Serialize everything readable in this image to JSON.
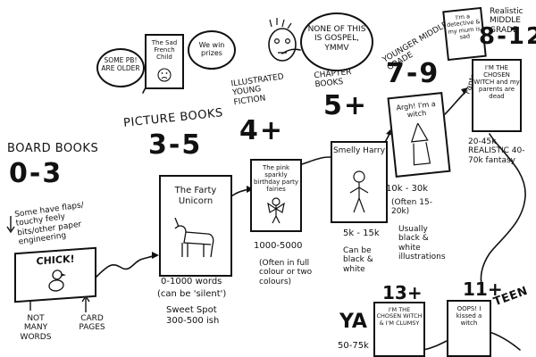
{
  "stages": [
    {
      "heading": "BOARD BOOKS",
      "age": "0-3",
      "notes": [
        "Some have flaps/",
        "touchy feely",
        "bits/other paper",
        "engineering"
      ],
      "book_title": "CHICK!",
      "footnotes": [
        "NOT MANY WORDS",
        "CARD PAGES"
      ]
    },
    {
      "heading": "PICTURE BOOKS",
      "age": "3-5",
      "book_title": "The Farty Unicorn",
      "word_count": "0-1000 words",
      "word_note": "(can be 'silent')",
      "sweet_spot": "Sweet Spot 300-500 ish"
    },
    {
      "heading": "ILLUSTRATED YOUNG FICTION",
      "age": "4+",
      "book_title": "The pink sparkly birthday party fairies",
      "word_count": "1000-5000",
      "word_note": "(Often in full colour or two colours)"
    },
    {
      "heading": "CHAPTER BOOKS",
      "age": "5+",
      "book_title": "Smelly Harry",
      "word_count": "5k - 15k",
      "word_note": "Can be black & white"
    },
    {
      "heading": "YOUNGER MIDDLE GRADE",
      "age": "7-9",
      "book_title": "Argh! I'm a witch",
      "word_count": "10k - 30k",
      "word_note": "(Often 15-20k)",
      "extra_note": "Usually black & white illustrations"
    },
    {
      "heading": "Realistic MIDDLE GRADE",
      "age": "8-12",
      "book_title_1": "I'm a detective & my mum is sad",
      "book_title_2": "I'M THE CHOSEN WITCH and my parents are dead",
      "word_count": "20-45k REALISTIC 40-70k fantasy",
      "fantasy_label": "Fantasy"
    }
  ],
  "teen": {
    "label": "TEEN",
    "age": "11+",
    "book_title": "OOPS! I kissed a witch",
    "ya_label": "YA",
    "ya_age": "13+",
    "ya_book": "I'M THE CHOSEN WITCH & I'M CLUMSY",
    "ya_words": "50-75k"
  },
  "top_bubbles": {
    "left_bubble": "SOME PB! ARE OLDER",
    "book_title": "The Sad French Child",
    "right_bubble": "We win prizes",
    "author_bubble": "NONE OF THIS IS GOSPEL, YMMV"
  }
}
